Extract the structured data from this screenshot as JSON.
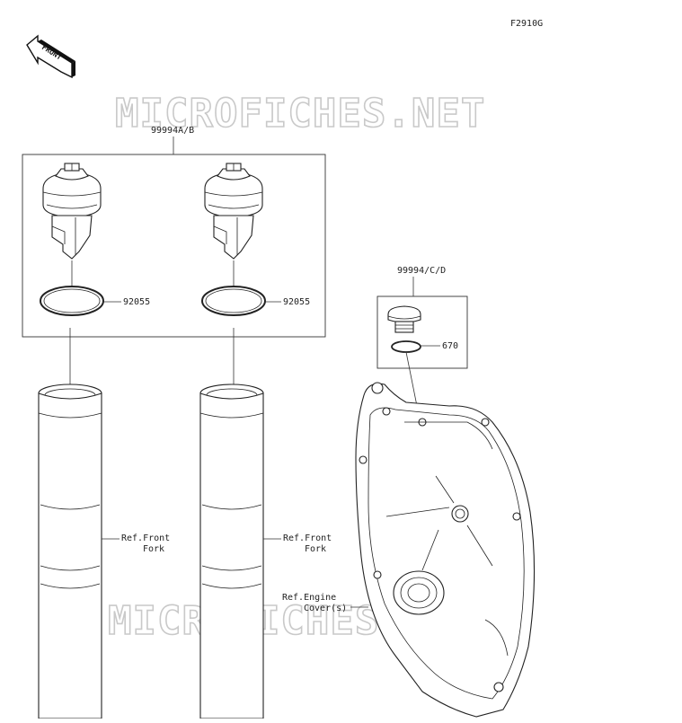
{
  "figure_code": "F2910G",
  "front_badge": "FRONT",
  "watermark": "MICROFICHES.NET",
  "labels": {
    "kit_ab": "99994A/B",
    "kit_cd": "99994/C/D",
    "oring_left": "92055",
    "oring_right": "92055",
    "washer": "670",
    "ref_fork_left_1": "Ref.Front",
    "ref_fork_left_2": "Fork",
    "ref_fork_right_1": "Ref.Front",
    "ref_fork_right_2": "Fork",
    "ref_engine_1": "Ref.Engine",
    "ref_engine_2": "Cover(s)"
  }
}
